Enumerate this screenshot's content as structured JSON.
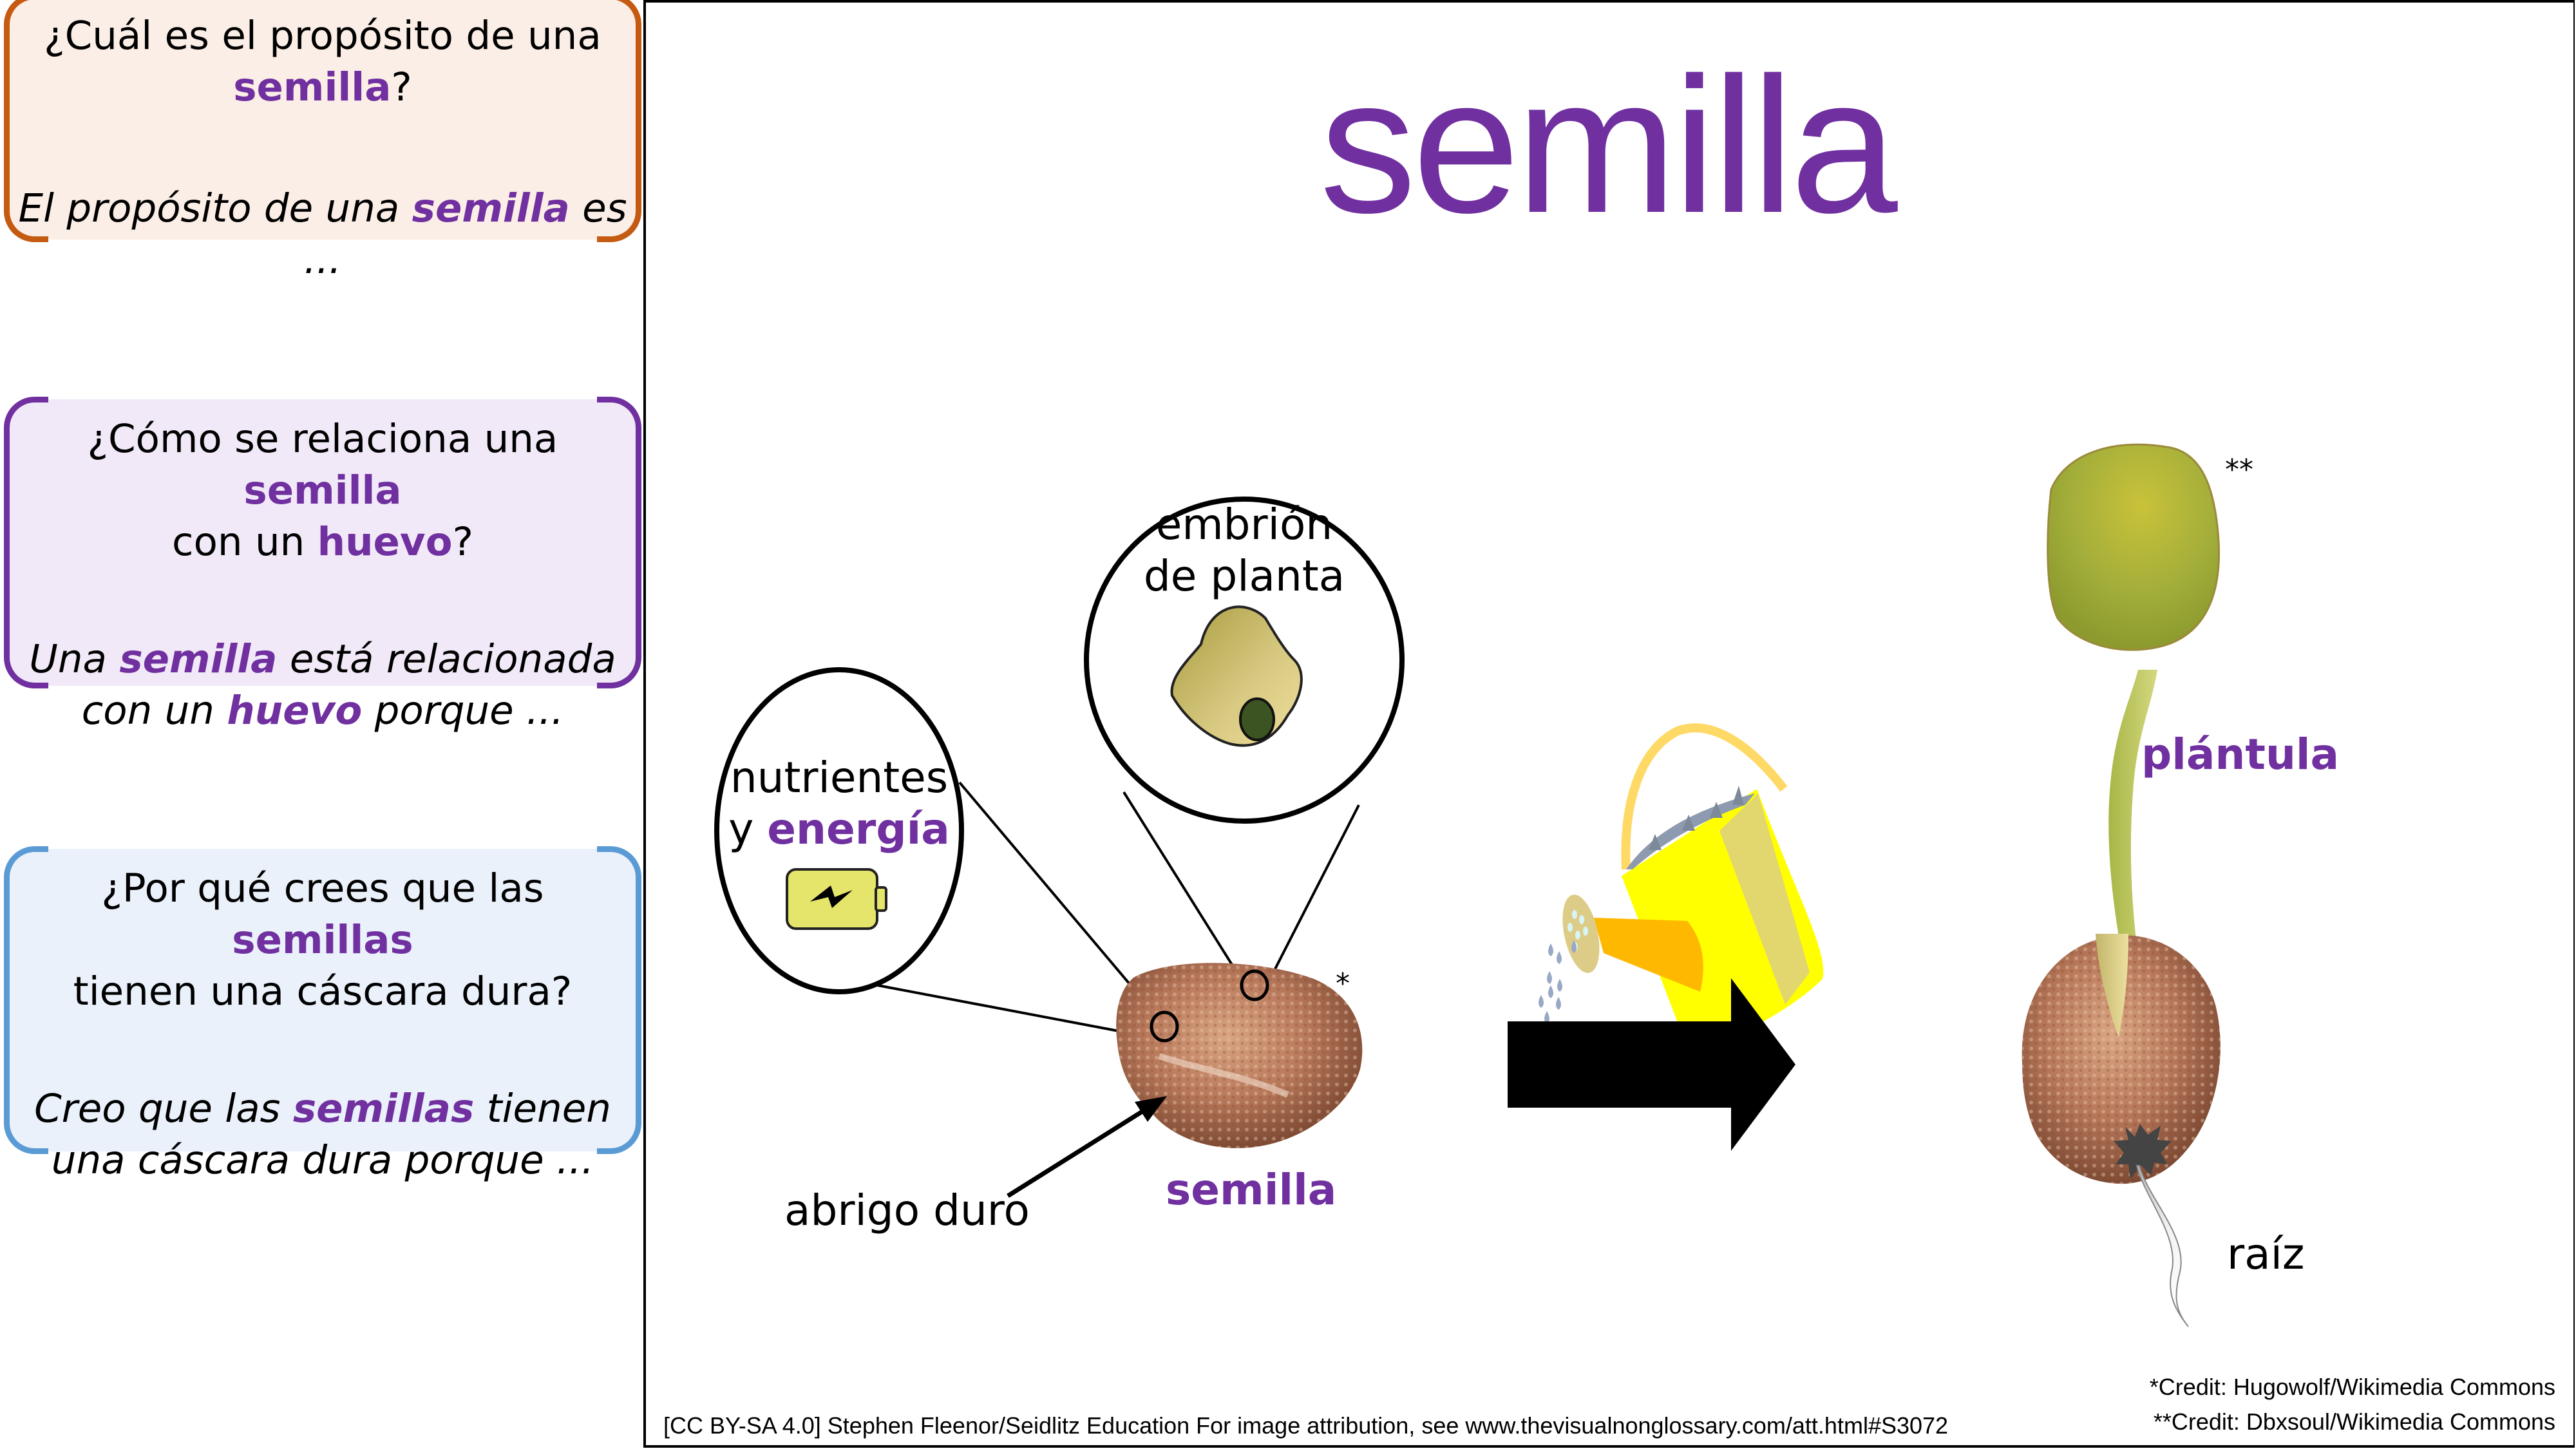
{
  "colors": {
    "accent": "#7030A0",
    "box1_border": "#C55A11",
    "box2_border": "#7030A0",
    "box3_border": "#5B9BD5"
  },
  "sidebar": {
    "boxes": [
      {
        "question": [
          "¿Cuál es el propósito de una ",
          "semilla",
          "?"
        ],
        "answer": [
          "El propósito de una ",
          "semilla",
          " es ..."
        ]
      },
      {
        "question": [
          "¿Cómo se relaciona una ",
          "semilla",
          " con un ",
          "huevo",
          "?"
        ],
        "answer": [
          "Una ",
          "semilla",
          " está relacionada con un ",
          "huevo",
          " porque ..."
        ]
      },
      {
        "question": [
          "¿Por qué crees que las ",
          "semillas",
          " tienen una cáscara dura?"
        ],
        "answer": [
          "Creo que las ",
          "semillas",
          " tienen una cáscara dura porque ..."
        ]
      }
    ]
  },
  "main": {
    "title": "semilla",
    "labels": {
      "embryo_line1": "embrión",
      "embryo_line2": "de planta",
      "nutrients_line1": "nutrientes",
      "nutrients_y": "y ",
      "nutrients_energy": "energía",
      "hard_coat": "abrigo duro",
      "seed": "semilla",
      "seedling": "plántula",
      "root": "raíz",
      "seed_mark": "*",
      "seedling_mark": "**"
    },
    "icons": {
      "battery": "battery-bolt-icon",
      "watering_can": "watering-can-icon",
      "arrow": "right-arrow-icon"
    },
    "credits": {
      "license": "[CC BY-SA 4.0] Stephen Fleenor/Seidlitz Education For image attribution, see www.thevisualnonglossary.com/att.html#S3072",
      "credit1": "*Credit: Hugowolf/Wikimedia Commons",
      "credit2": "**Credit: Dbxsoul/Wikimedia Commons"
    }
  }
}
